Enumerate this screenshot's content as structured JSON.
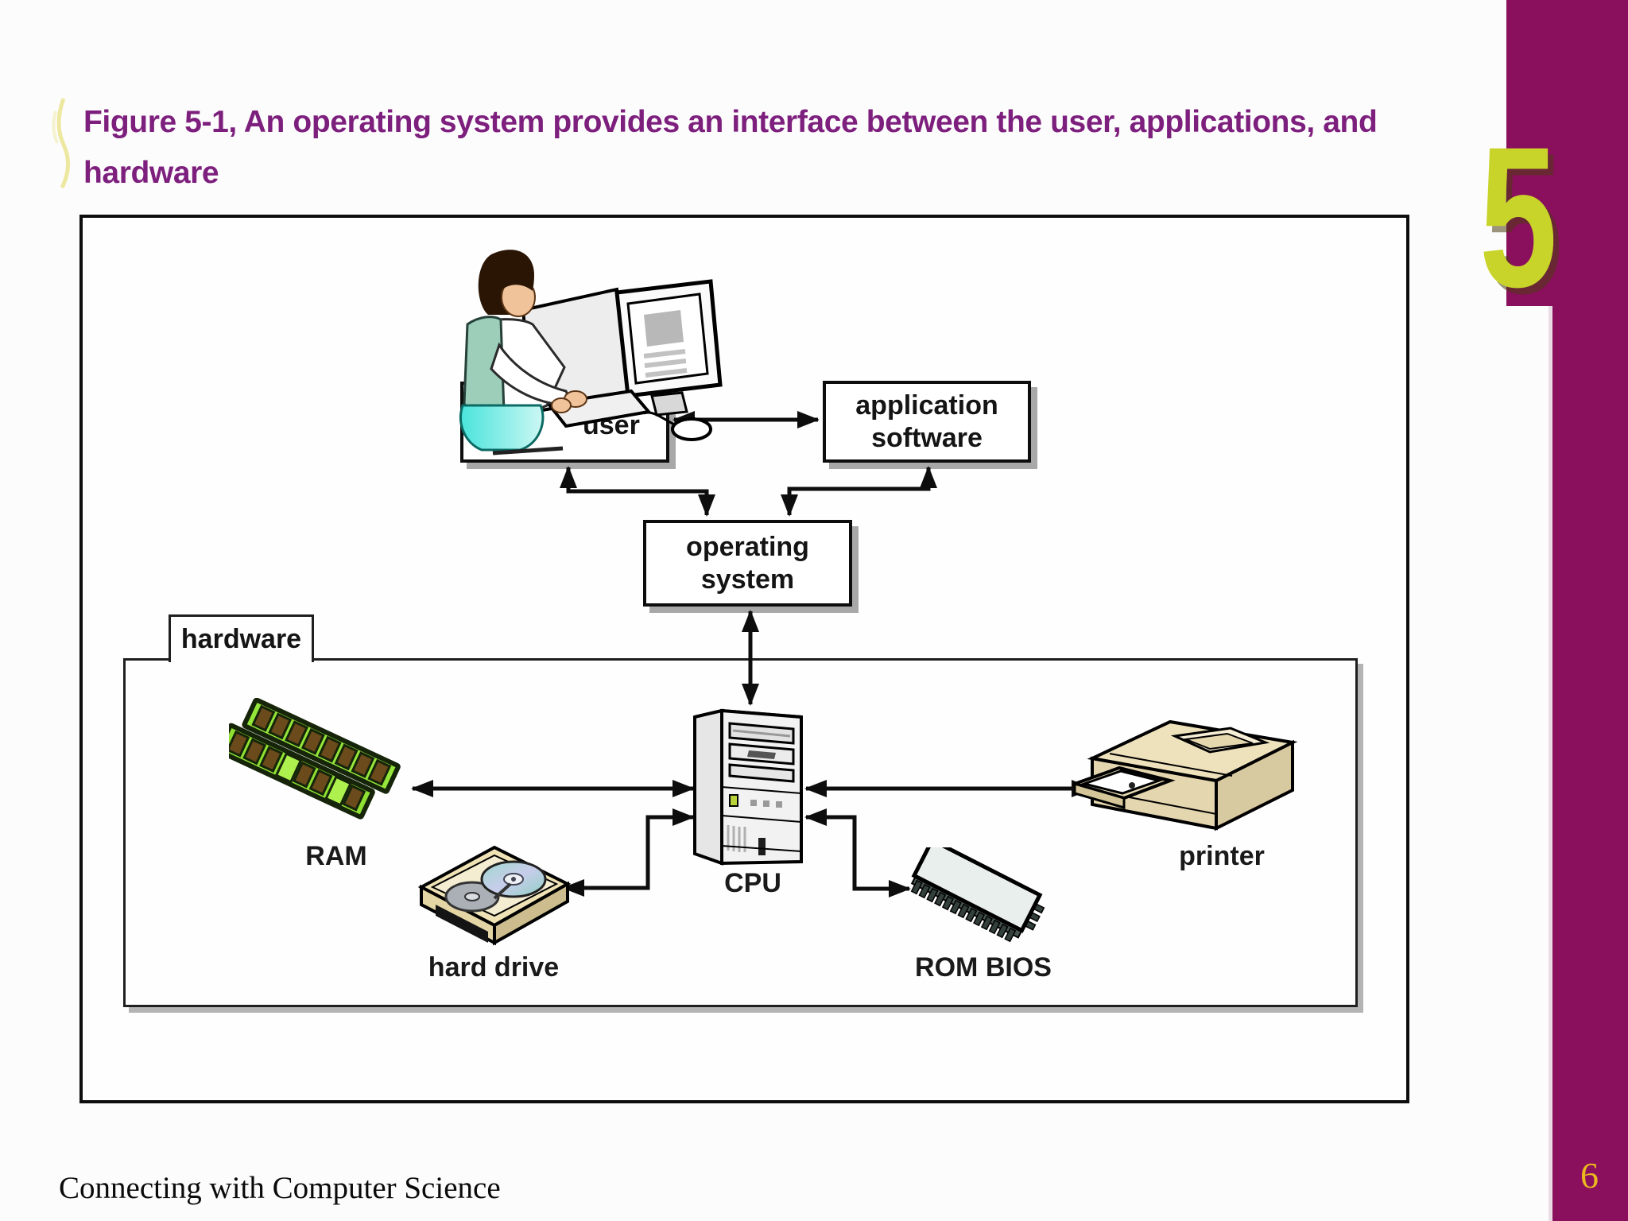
{
  "slide": {
    "title_line1": "Figure 5-1, An operating system provides an interface between the user, applications, and",
    "title_line2": "hardware",
    "chapter_number": "5",
    "page_number": "6",
    "footer_text": "Connecting with Computer Science"
  },
  "colors": {
    "sidebar_maroon": "#8A0F5C",
    "chapter_number_yellow": "#C9D42A",
    "title_purple": "#7D1F7D",
    "page_number_gold": "#E9B91F",
    "diagram_line_black": "#0D0D0D",
    "box_shadow_gray": "#A8A8A8",
    "ram_green": "#95E63A",
    "clipart_tan": "#EFE3B6"
  },
  "diagram": {
    "user_label": "user",
    "application_software_line1": "application",
    "application_software_line2": "software",
    "operating_system_line1": "operating",
    "operating_system_line2": "system",
    "hardware_label": "hardware",
    "ram_label": "RAM",
    "hard_drive_label": "hard drive",
    "cpu_label": "CPU",
    "rom_bios_label": "ROM BIOS",
    "printer_label": "printer"
  }
}
